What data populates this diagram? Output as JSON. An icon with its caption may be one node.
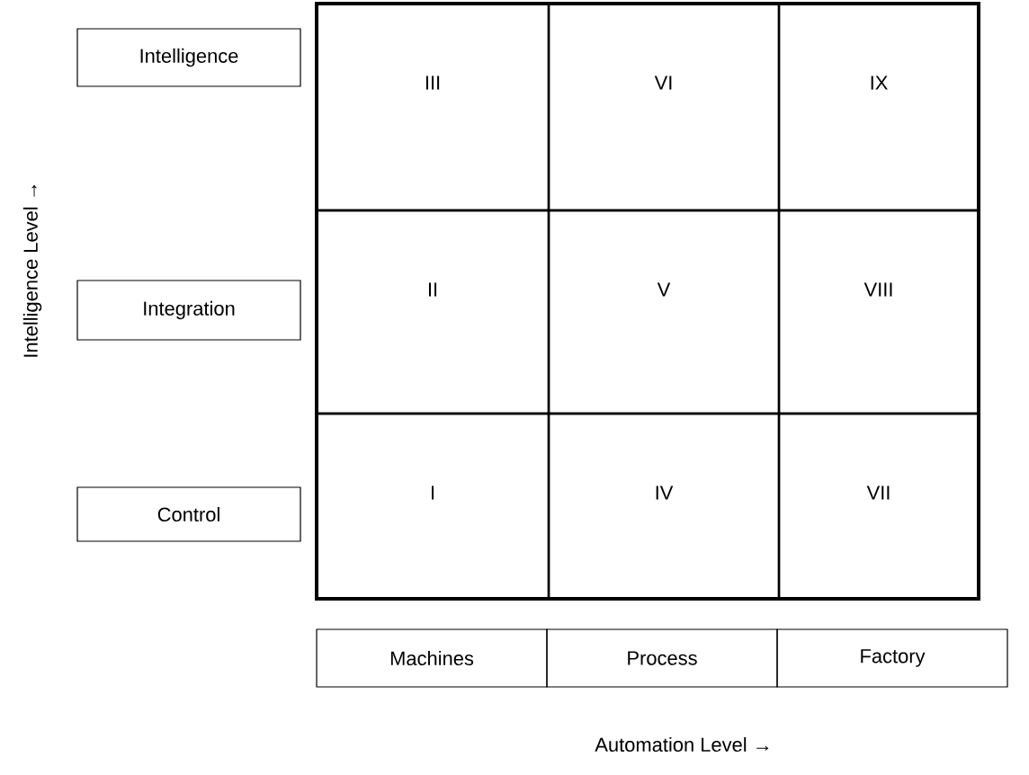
{
  "diagram": {
    "nodes": [
      {
        "text": [
          "Intelligence"
        ]
      },
      {
        "text": [
          "Integration"
        ]
      },
      {
        "text": [
          "Control"
        ]
      },
      {
        "text": [
          "III"
        ]
      },
      {
        "text": [
          "VI"
        ]
      },
      {
        "text": [
          "IX"
        ]
      },
      {
        "text": [
          "II"
        ]
      },
      {
        "text": [
          "V"
        ]
      },
      {
        "text": [
          "VIII"
        ]
      },
      {
        "text": [
          "I"
        ]
      },
      {
        "text": [
          "IV"
        ]
      },
      {
        "text": [
          "VII"
        ]
      },
      {
        "text": [
          "Machines"
        ]
      },
      {
        "text": [
          "Process"
        ]
      },
      {
        "text": [
          "Factory"
        ]
      }
    ],
    "labels": [
      "Intelligence  Level →",
      "Automation Level →"
    ]
  }
}
